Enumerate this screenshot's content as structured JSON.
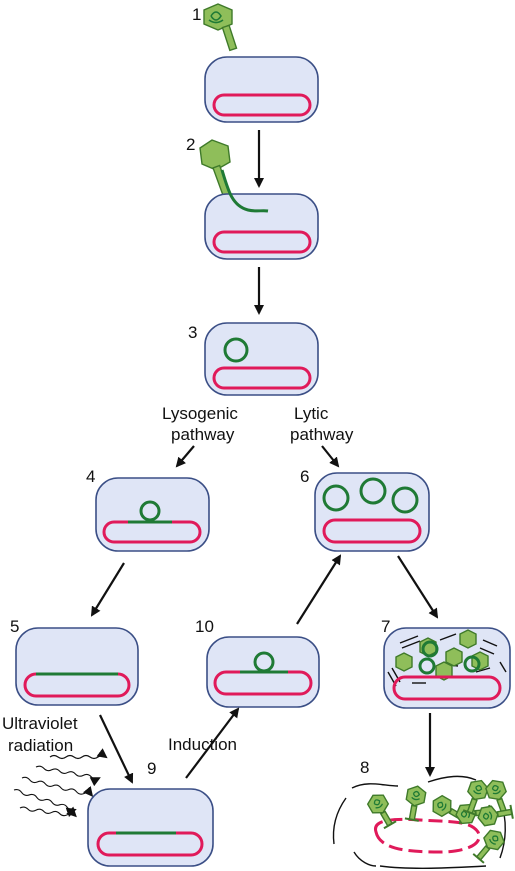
{
  "steps": [
    "1",
    "2",
    "3",
    "4",
    "5",
    "6",
    "7",
    "8",
    "9",
    "10"
  ],
  "labels": {
    "lysogenic_line1": "Lysogenic",
    "lysogenic_line2": "pathway",
    "lytic_line1": "Lytic",
    "lytic_line2": "pathway",
    "uv_line1": "Ultraviolet",
    "uv_line2": "radiation",
    "induction": "Induction"
  },
  "colors": {
    "cell_fill": "#dfe5f6",
    "cell_outline": "#3b4f86",
    "host_dna": "#e01a5a",
    "phage_dna": "#1f7a35",
    "phage_body": "#8fbe5a"
  }
}
